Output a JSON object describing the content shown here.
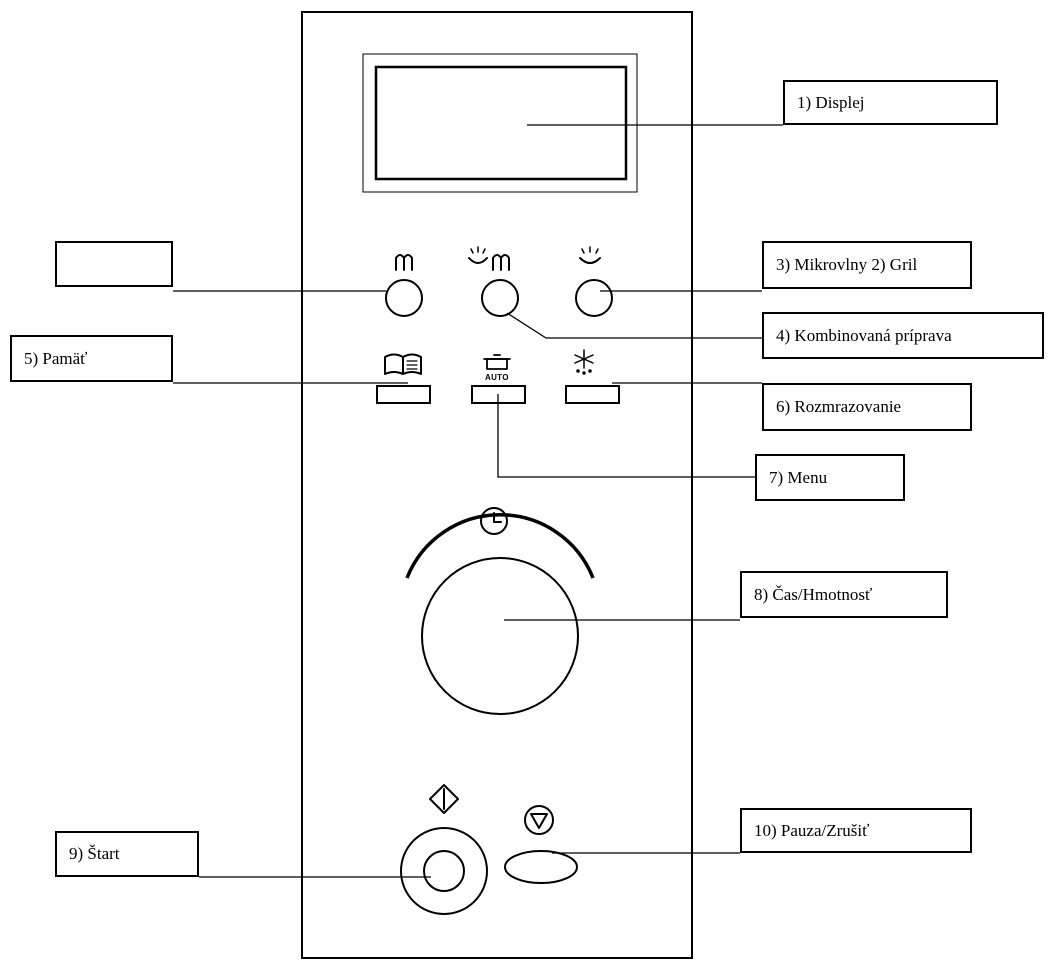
{
  "labels": {
    "displej": "1) Displej",
    "mikrovlny_gril": "3) Mikrovlny 2) Gril",
    "kombinovana": "4) Kombinovaná príprava",
    "pamat": "5) Pamäť",
    "rozmrazovanie": "6) Rozmrazovanie",
    "menu": "7) Menu",
    "cas_hmotnost": "8) Čas/Hmotnosť",
    "start": "9) Štart",
    "pauza": "10) Pauza/Zrušiť",
    "empty": ""
  },
  "panel": {
    "auto_text": "AUTO"
  },
  "icons": [
    "microwave-icon",
    "grill-microwave-icon",
    "grill-icon",
    "book-icon",
    "pot-icon",
    "snowflake-icon",
    "clock-icon",
    "start-icon",
    "stop-icon"
  ]
}
